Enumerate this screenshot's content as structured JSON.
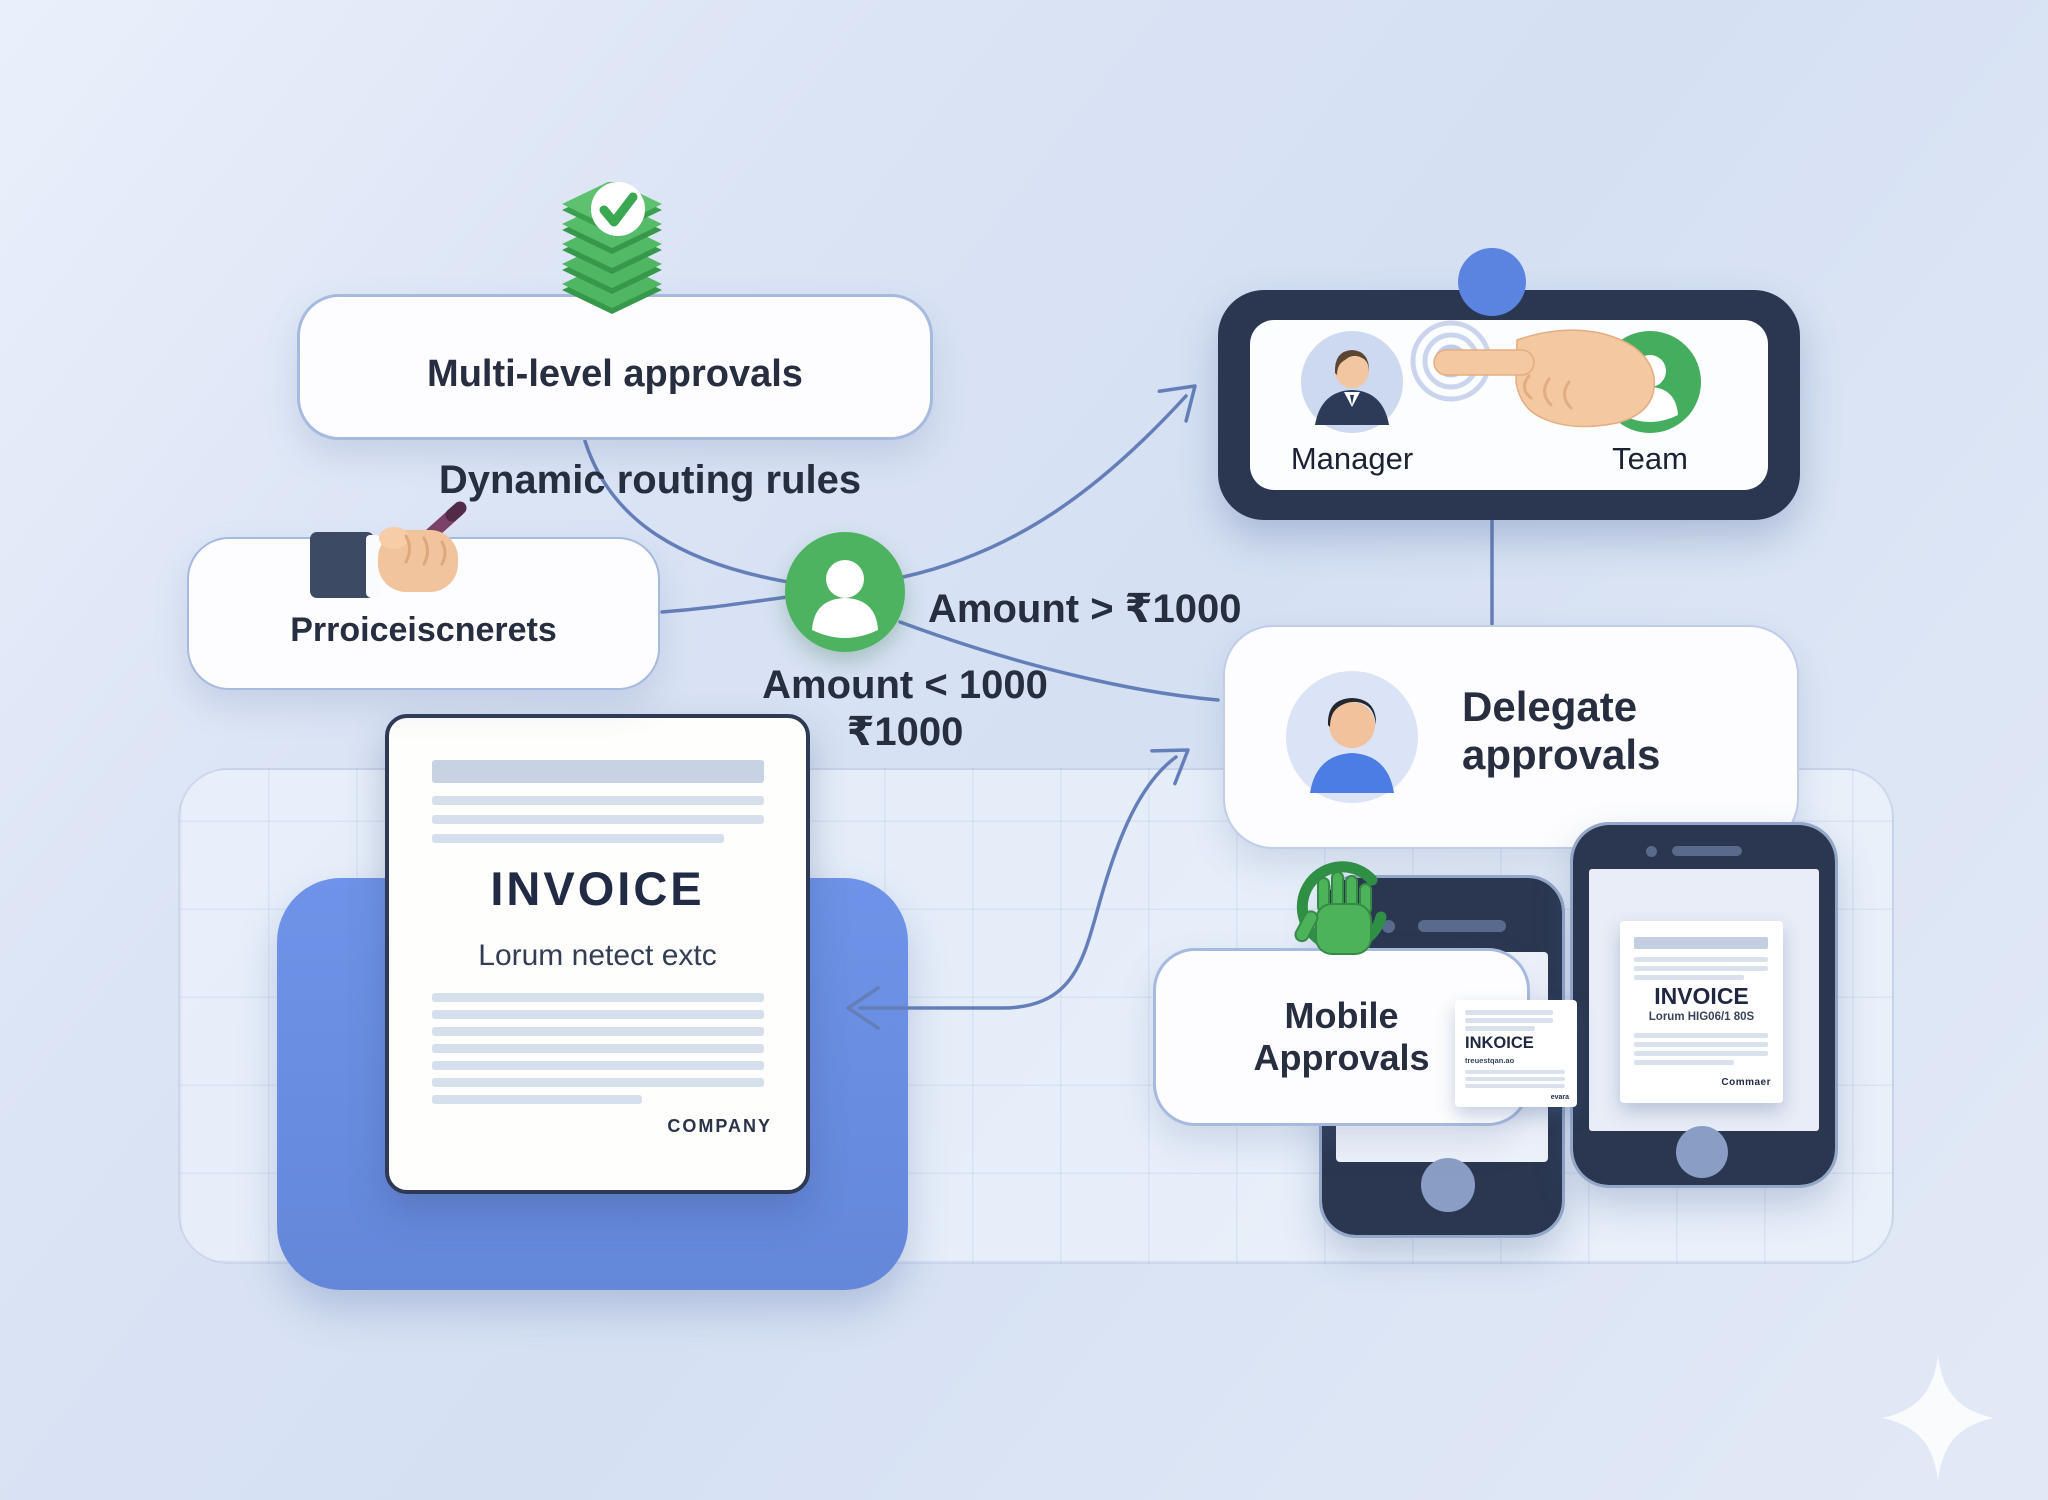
{
  "palette": {
    "background": "#dce6f5",
    "accent_blue": "#6a8fe2",
    "accent_green": "#4db361",
    "connector_blue": "#647fb8",
    "device_frame": "#2b3750",
    "text_dark": "#272e40",
    "box_border": "#a6b9de"
  },
  "icons": {
    "multi_level": "approval-stack-icon",
    "process": "signature-hand-icon",
    "routing": "user-avatar-icon",
    "manager": "manager-avatar-icon",
    "team": "team-avatar-icon",
    "tap": "tap-gesture-icon",
    "pointing": "pointing-hand-icon",
    "delegate": "delegate-avatar-icon",
    "mobile": "approve-hand-icon",
    "decor": "sparkle-icon"
  },
  "nodes": {
    "multi_level": {
      "label": "Multi-level approvals"
    },
    "dynamic_routing": {
      "label": "Dynamic routing rules"
    },
    "process": {
      "label": "Prroiceiscnerets"
    },
    "amount_high": {
      "label": "Amount > ₹1000"
    },
    "amount_low": {
      "line1": "Amount < 1000",
      "line2": "₹1000"
    },
    "approval_screen": {
      "manager_label": "Manager",
      "team_label": "Team"
    },
    "delegate": {
      "line1": "Delegate",
      "line2": "approvals"
    },
    "mobile": {
      "line1": "Mobile",
      "line2": "Approvals"
    }
  },
  "documents": {
    "invoice_main": {
      "title": "INVOICE",
      "subtitle": "Lorum netect extc",
      "footer": "COMPANY"
    },
    "invoice_phone": {
      "title": "INVOICE",
      "subtitle": "Lorum HIG06/1 80S",
      "footer": "Commaer"
    },
    "invoice_small": {
      "title": "INKOICE",
      "subtitle": "treuestqan.ao",
      "footer": "evara"
    }
  }
}
